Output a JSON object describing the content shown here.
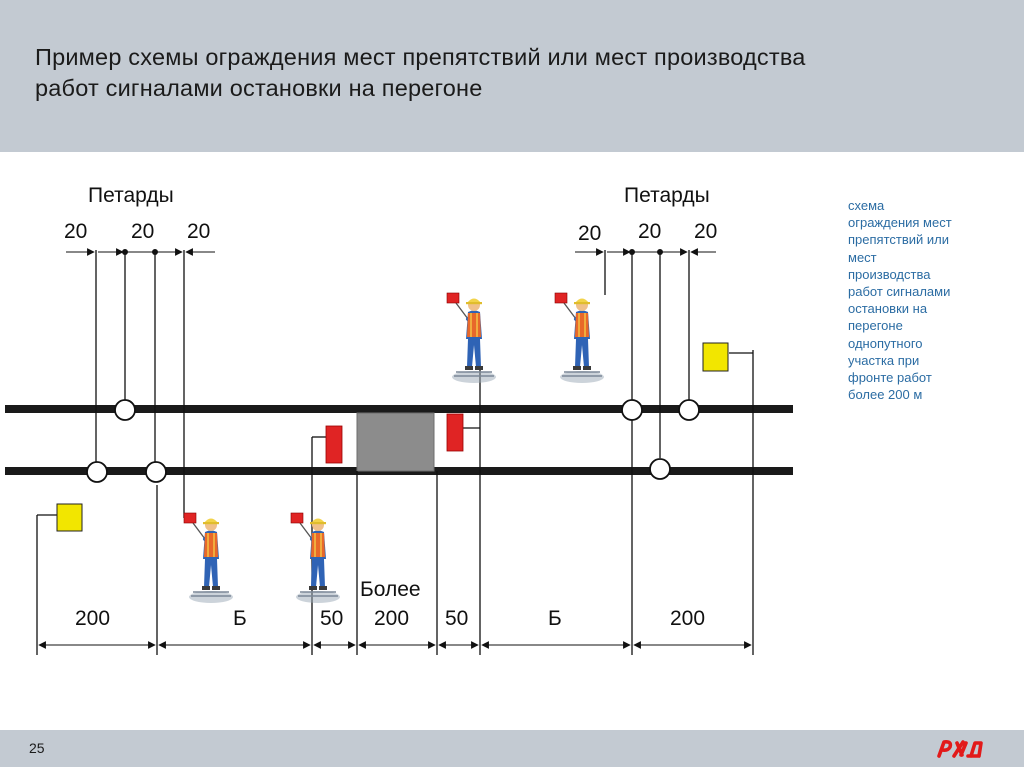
{
  "slide": {
    "title_line1": "Пример схемы ограждения мест препятствий или мест производства",
    "title_line2": "работ сигналами остановки на перегоне",
    "page_number": "25",
    "logo_text": "РЖД"
  },
  "side_note": {
    "lines": [
      "схема",
      "ограждения мест",
      "препятствий или",
      "мест",
      "производства",
      "работ сигналами",
      "остановки на",
      "перегоне",
      "однопутного",
      "участка при",
      "фронте работ",
      "более 200 м"
    ]
  },
  "diagram": {
    "petards_left": "Петарды",
    "petards_right": "Петарды",
    "top_left_dims": [
      "20",
      "20",
      "20"
    ],
    "top_right_dims": [
      "20",
      "20",
      "20"
    ],
    "bottom_dims": [
      "200",
      "Б",
      "50",
      "Более",
      "200",
      "50",
      "Б",
      "200"
    ],
    "colors": {
      "track": "#1a1a1a",
      "red_signal": "#e02424",
      "yellow_signal": "#f2e600",
      "obstacle": "#8c8c8c",
      "header_band": "#c3cad2",
      "note_text": "#2b6ca3",
      "logo_red": "#e21a1a"
    },
    "icons": [
      "signalman-icon",
      "red-stop-signal-icon",
      "yellow-signal-icon",
      "petard-icon",
      "obstacle-block-icon"
    ]
  }
}
